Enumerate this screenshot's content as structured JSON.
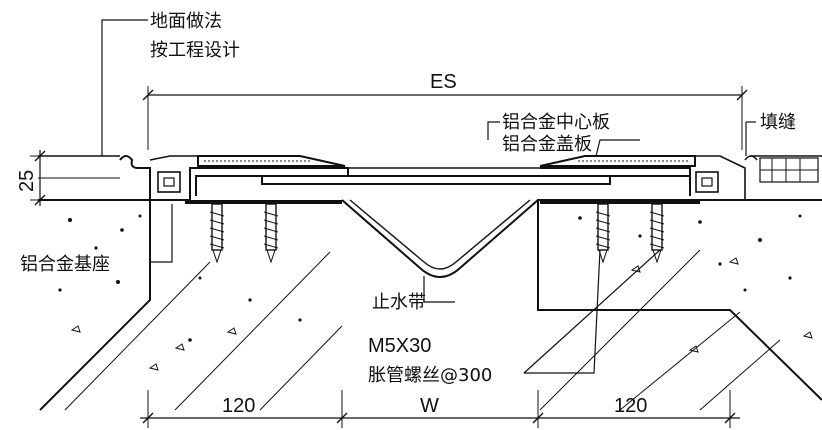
{
  "labels": {
    "floor_method_line1": "地面做法",
    "floor_method_line2": "按工程设计",
    "center_plate": "铝合金中心板",
    "cover_plate": "铝合金盖板",
    "filler": "填缝",
    "base": "铝合金基座",
    "waterstop": "止水带",
    "screw_size": "M5X30",
    "screw_spec": "胀管螺丝@300"
  },
  "dimensions": {
    "es": "ES",
    "height": "25",
    "left_width": "120",
    "gap_width": "W",
    "right_width": "120"
  }
}
